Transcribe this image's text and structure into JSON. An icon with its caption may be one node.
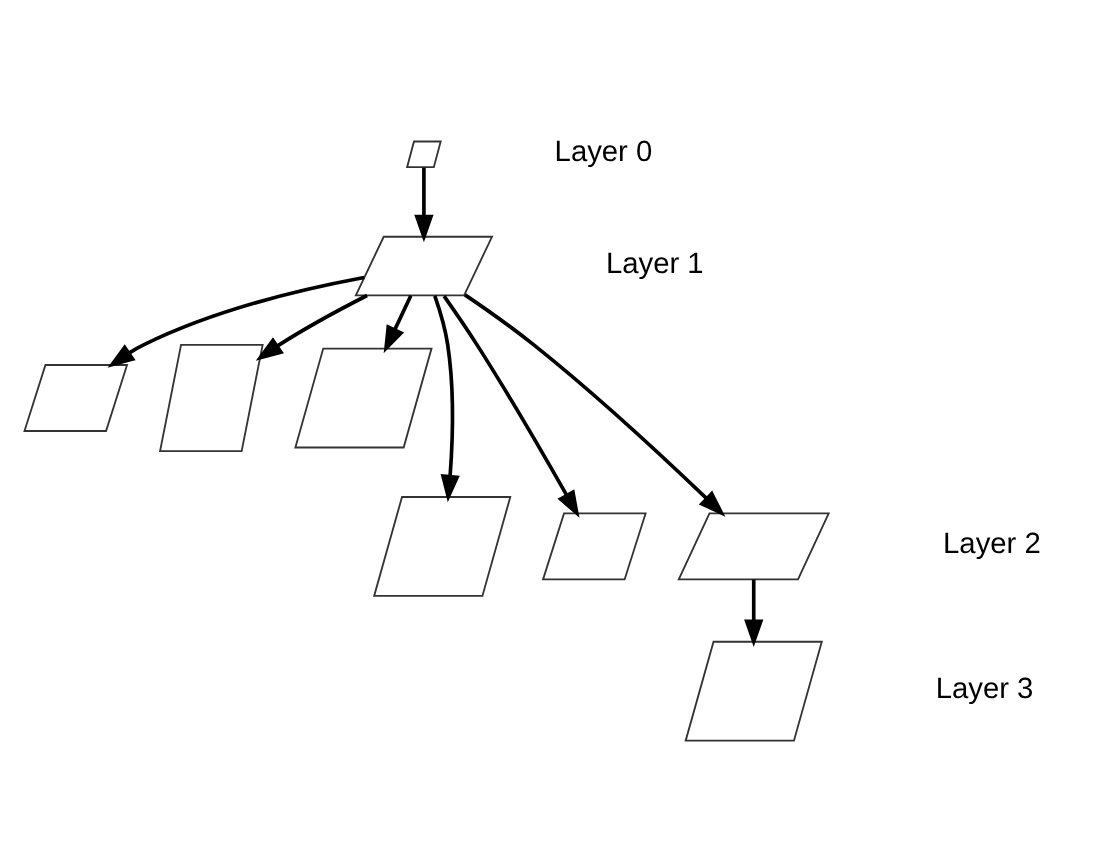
{
  "diagram": {
    "nodes": [
      {
        "text": [],
        "shape": "parallelogram"
      },
      {
        "text": [],
        "shape": "parallelogram"
      },
      {
        "text": [],
        "shape": "parallelogram"
      },
      {
        "text": [],
        "shape": "parallelogram"
      },
      {
        "text": [],
        "shape": "parallelogram"
      },
      {
        "text": [],
        "shape": "parallelogram"
      },
      {
        "text": [],
        "shape": "parallelogram"
      },
      {
        "text": [],
        "shape": "parallelogram"
      },
      {
        "text": [],
        "shape": "parallelogram"
      }
    ],
    "edges": [
      {
        "from": 0,
        "to": 1,
        "arrow": "to"
      },
      {
        "from": 1,
        "to": 2,
        "arrow": "to"
      },
      {
        "from": 1,
        "to": 3,
        "arrow": "to"
      },
      {
        "from": 1,
        "to": 4,
        "arrow": "to"
      },
      {
        "from": 1,
        "to": 5,
        "arrow": "to"
      },
      {
        "from": 1,
        "to": 6,
        "arrow": "to"
      },
      {
        "from": 1,
        "to": 7,
        "arrow": "to"
      },
      {
        "from": 7,
        "to": 8,
        "arrow": "to"
      }
    ],
    "labels": [
      "Layer 0",
      "Layer 1",
      "Layer 2",
      "Layer 3"
    ]
  }
}
